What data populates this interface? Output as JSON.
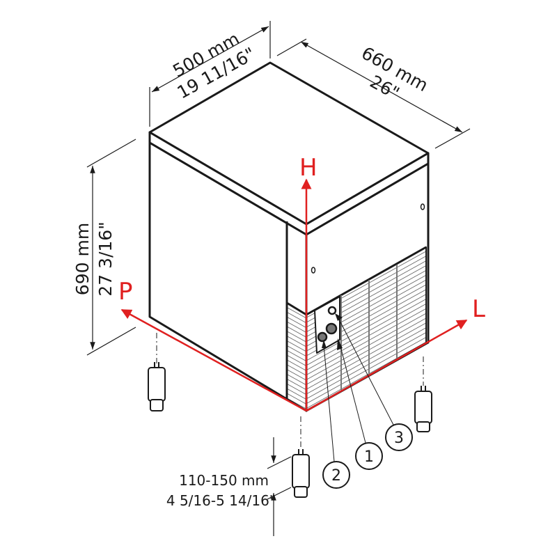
{
  "dimensions": {
    "width": {
      "mm": "500 mm",
      "inch": "19 11/16\""
    },
    "depth": {
      "mm": "660 mm",
      "inch": "26\""
    },
    "height": {
      "mm": "690 mm",
      "inch": "27 3/16\""
    },
    "feet": {
      "mm": "110-150 mm",
      "inch": "4 5/16-5 14/16\""
    }
  },
  "axes": {
    "h": "H",
    "p": "P",
    "l": "L"
  },
  "callouts": [
    "1",
    "2",
    "3"
  ],
  "colors": {
    "axis": "#e02020",
    "line": "#1a1a1a"
  }
}
